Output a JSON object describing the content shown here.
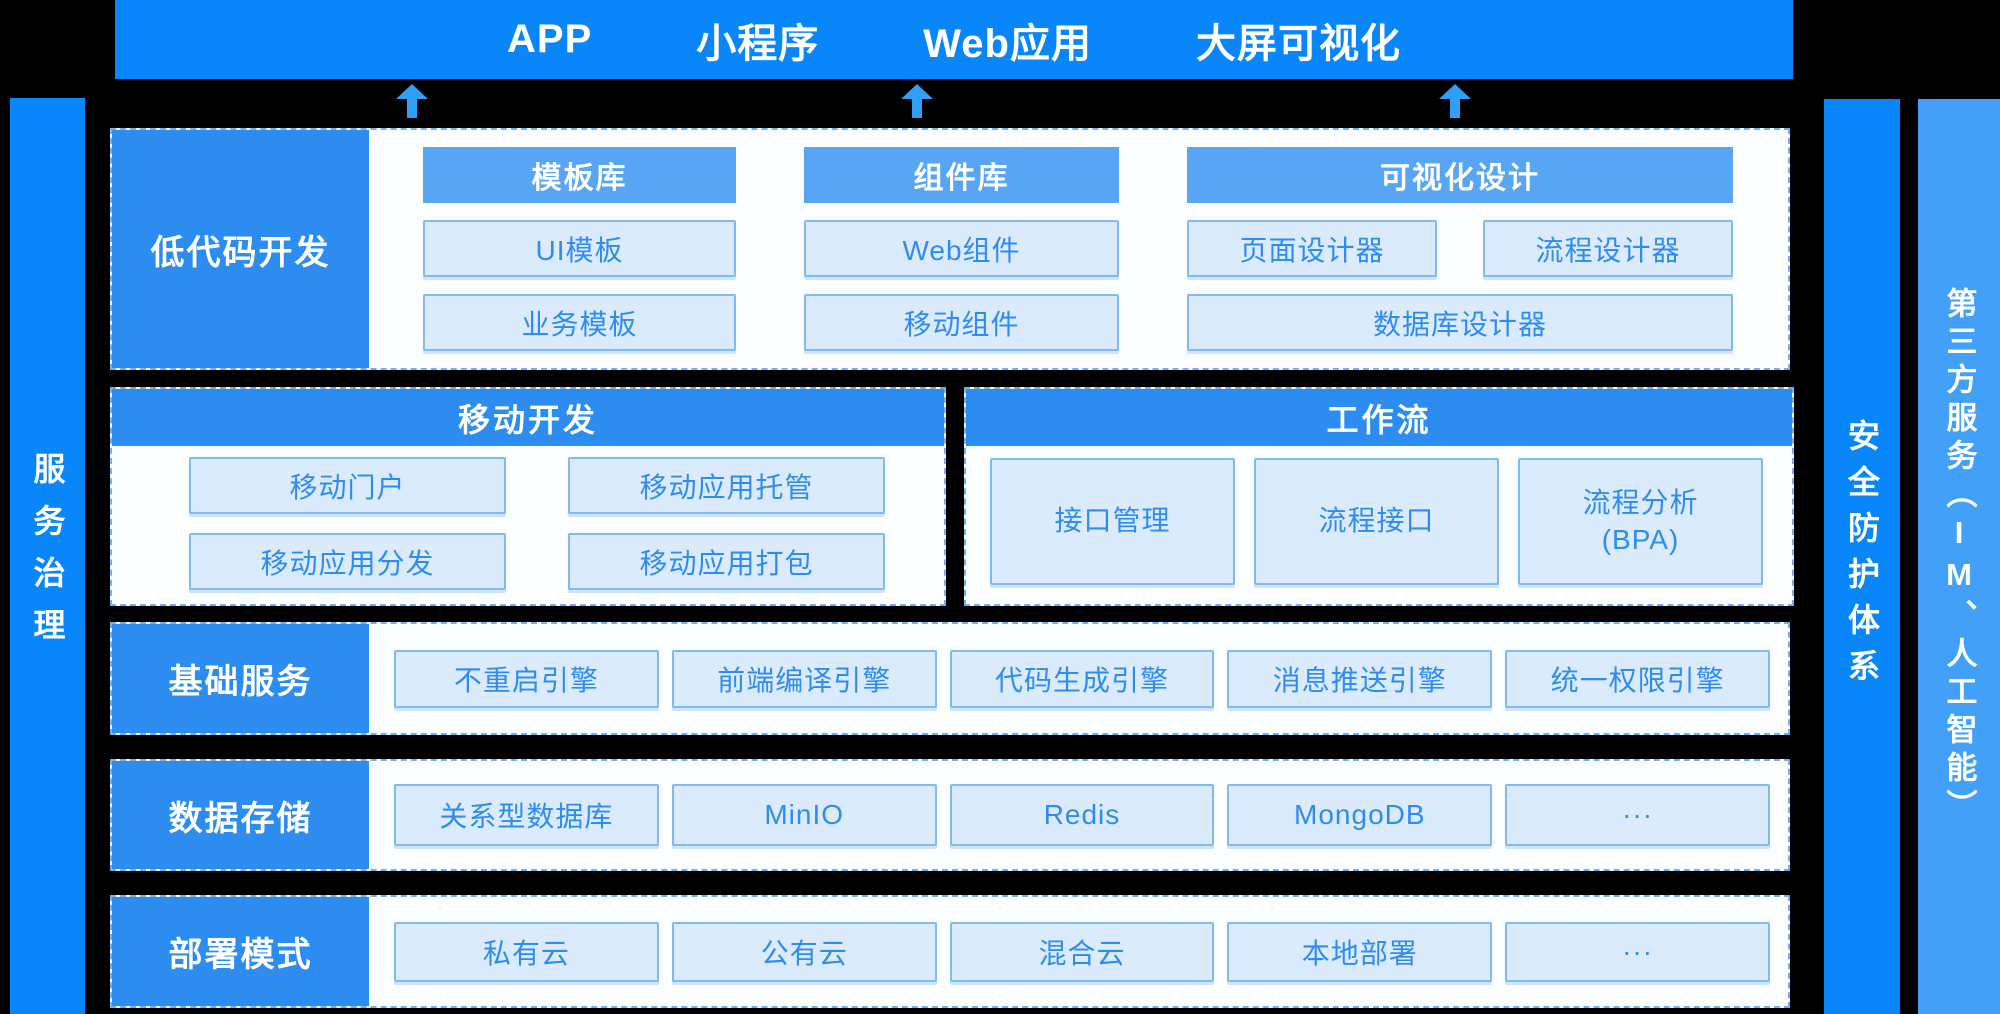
{
  "colors": {
    "background": "#000000",
    "primary_blue": "#0886fa",
    "medium_blue": "#2d8cf0",
    "band_blue": "#58a5f3",
    "light_bar_blue": "#42a0f8",
    "box_fill": "#dcebfb",
    "box_border": "#7ebbf5",
    "box_text": "#2d8cf0",
    "row_background": "#fbfdfe",
    "dashed_border": "#6fb0f5",
    "arrow": "#2f9ff7"
  },
  "top_bar": {
    "items": [
      "APP",
      "小程序",
      "Web应用",
      "大屏可视化"
    ]
  },
  "left_bar": {
    "label": "服务治理"
  },
  "right_bars": {
    "security": "安全防护体系",
    "third_party_prefix": "第三方服务（",
    "third_party_latin": "IM",
    "third_party_suffix": "、人工智能）"
  },
  "rows": {
    "low_code": {
      "label": "低代码开发",
      "template_lib": {
        "header": "模板库",
        "items": [
          "UI模板",
          "业务模板"
        ]
      },
      "component_lib": {
        "header": "组件库",
        "items": [
          "Web组件",
          "移动组件"
        ]
      },
      "visual_design": {
        "header": "可视化设计",
        "items": [
          "页面设计器",
          "流程设计器",
          "数据库设计器"
        ]
      }
    },
    "mobile_dev": {
      "header": "移动开发",
      "items": [
        "移动门户",
        "移动应用托管",
        "移动应用分发",
        "移动应用打包"
      ]
    },
    "workflow": {
      "header": "工作流",
      "items": [
        "接口管理",
        "流程接口"
      ],
      "item3_line1": "流程分析",
      "item3_line2": "(BPA)"
    },
    "basic_services": {
      "label": "基础服务",
      "items": [
        "不重启引擎",
        "前端编译引擎",
        "代码生成引擎",
        "消息推送引擎",
        "统一权限引擎"
      ]
    },
    "data_storage": {
      "label": "数据存储",
      "items": [
        "关系型数据库",
        "MinIO",
        "Redis",
        "MongoDB",
        "···"
      ]
    },
    "deployment": {
      "label": "部署模式",
      "items": [
        "私有云",
        "公有云",
        "混合云",
        "本地部署",
        "···"
      ]
    }
  }
}
